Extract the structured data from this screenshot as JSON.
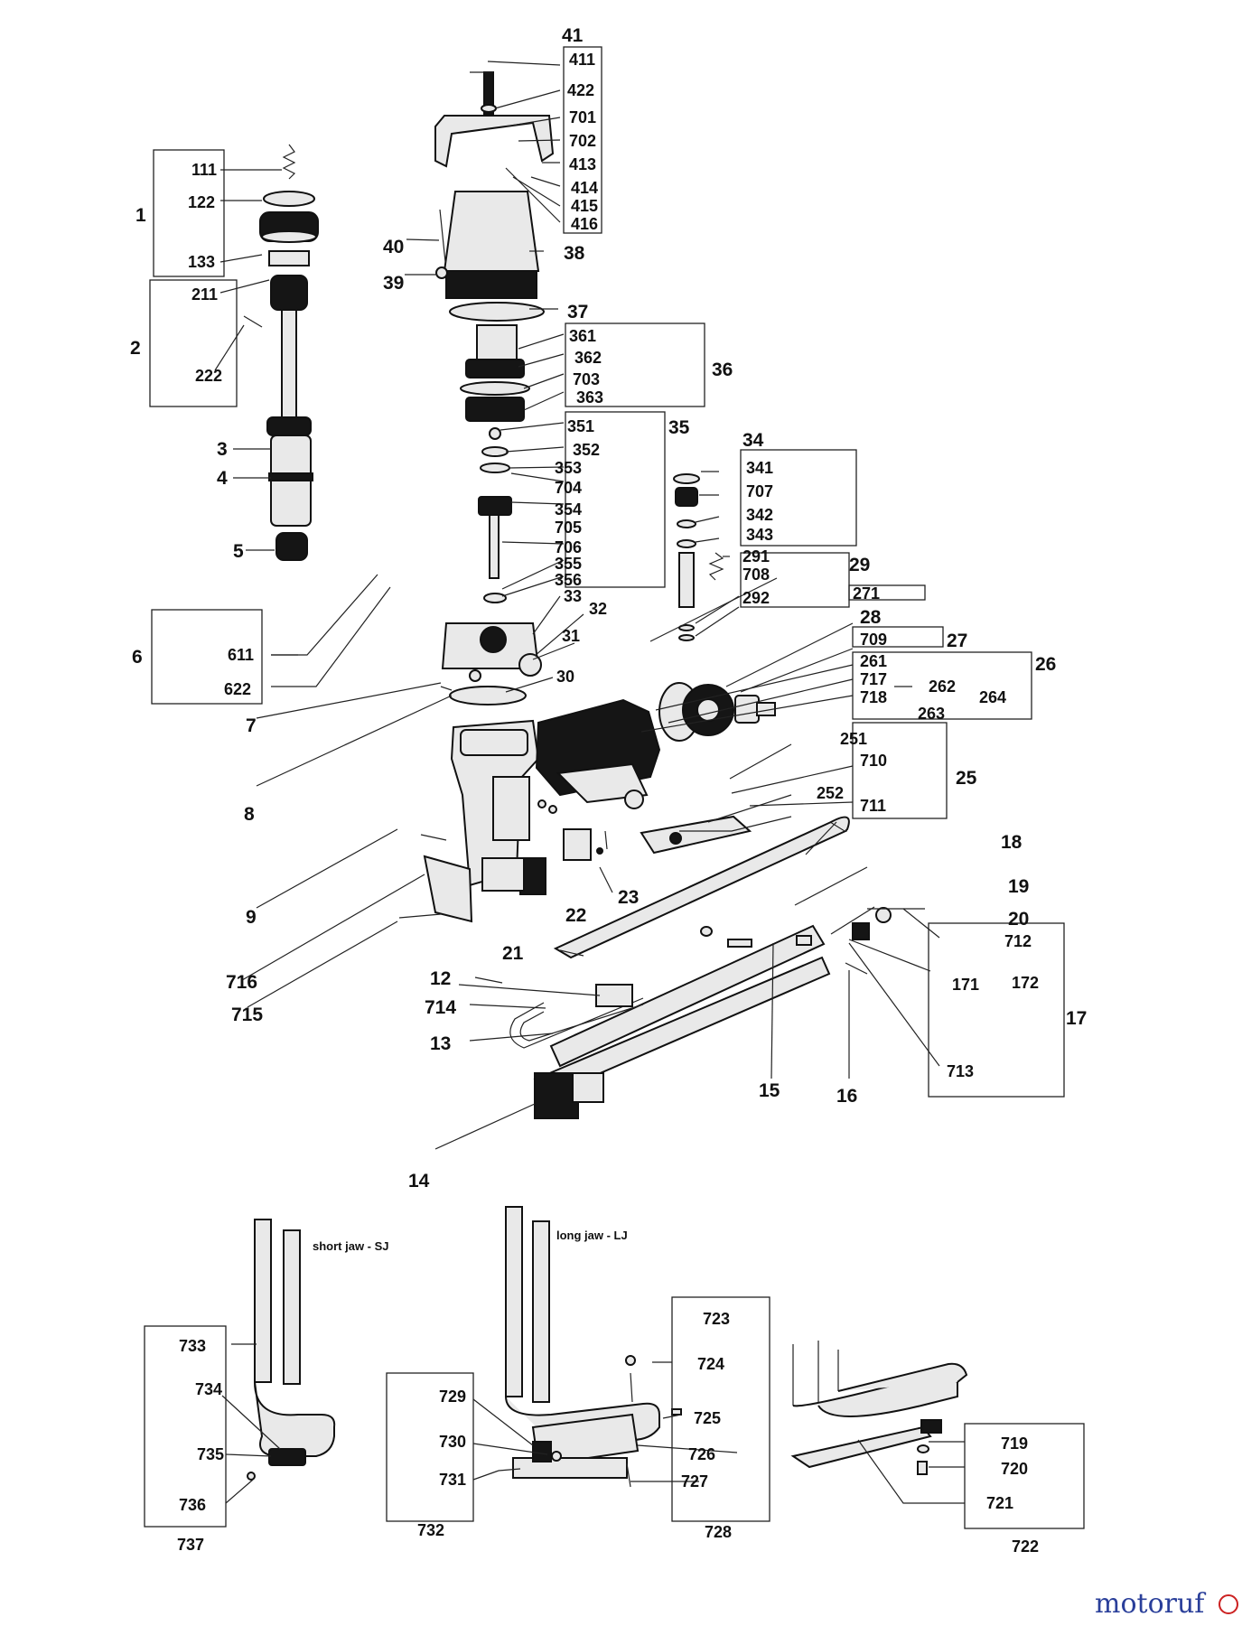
{
  "labels": {
    "l1": "1",
    "l2": "2",
    "l3": "3",
    "l4": "4",
    "l5": "5",
    "l6": "6",
    "l7": "7",
    "l8": "8",
    "l9": "9",
    "l12": "12",
    "l13": "13",
    "l14": "14",
    "l15": "15",
    "l16": "16",
    "l17": "17",
    "l18": "18",
    "l19": "19",
    "l20": "20",
    "l21": "21",
    "l22": "22",
    "l23": "23",
    "l25": "25",
    "l26": "26",
    "l27": "27",
    "l28": "28",
    "l29": "29",
    "l30": "30",
    "l31": "31",
    "l32": "32",
    "l33": "33",
    "l34": "34",
    "l35": "35",
    "l36": "36",
    "l37": "37",
    "l38": "38",
    "l39": "39",
    "l40": "40",
    "l41": "41",
    "l111": "111",
    "l122": "122",
    "l133": "133",
    "l171": "171",
    "l172": "172",
    "l211": "211",
    "l222": "222",
    "l251": "251",
    "l252": "252",
    "l261": "261",
    "l262": "262",
    "l263": "263",
    "l264": "264",
    "l271": "271",
    "l291": "291",
    "l292": "292",
    "l341": "341",
    "l342": "342",
    "l343": "343",
    "l351": "351",
    "l352": "352",
    "l353": "353",
    "l354": "354",
    "l355": "355",
    "l356": "356",
    "l361": "361",
    "l362": "362",
    "l363": "363",
    "l411": "411",
    "l413": "413",
    "l414": "414",
    "l415": "415",
    "l416": "416",
    "l422": "422",
    "l611": "611",
    "l622": "622",
    "l701": "701",
    "l702": "702",
    "l703": "703",
    "l704": "704",
    "l705": "705",
    "l706": "706",
    "l707": "707",
    "l708": "708",
    "l709": "709",
    "l710": "710",
    "l711": "711",
    "l712": "712",
    "l713": "713",
    "l714": "714",
    "l715": "715",
    "l716": "716",
    "l717": "717",
    "l718": "718",
    "l719": "719",
    "l720": "720",
    "l721": "721",
    "l722": "722",
    "l723": "723",
    "l724": "724",
    "l725": "725",
    "l726": "726",
    "l727": "727",
    "l728": "728",
    "l729": "729",
    "l730": "730",
    "l731": "731",
    "l732": "732",
    "l733": "733",
    "l734": "734",
    "l735": "735",
    "l736": "736",
    "l737": "737"
  },
  "notes": {
    "short_jaw": "short jaw - SJ",
    "long_jaw": "long jaw - LJ"
  },
  "watermark": {
    "text": "motoruf",
    "color_blue": "#2a3f9a",
    "color_red": "#cc2222"
  }
}
